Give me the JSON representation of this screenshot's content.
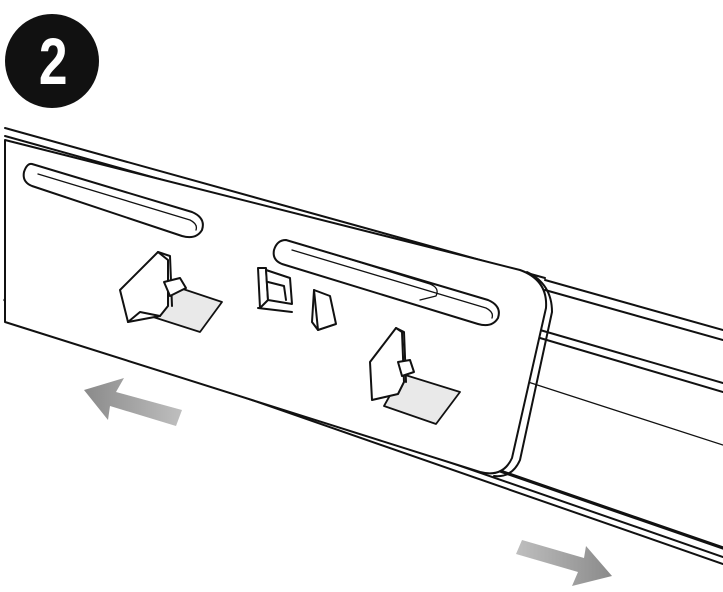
{
  "step": {
    "number": "2"
  },
  "arrows": [
    {
      "name": "slide-left-arrow",
      "direction": "left",
      "color": "#8a8a8a"
    },
    {
      "name": "slide-right-arrow",
      "direction": "right",
      "color": "#8a8a8a"
    }
  ],
  "colors": {
    "line": "#111111",
    "badge": "#111111",
    "badge_text": "#ffffff",
    "arrow": "#8a8a8a",
    "background": "#ffffff"
  }
}
